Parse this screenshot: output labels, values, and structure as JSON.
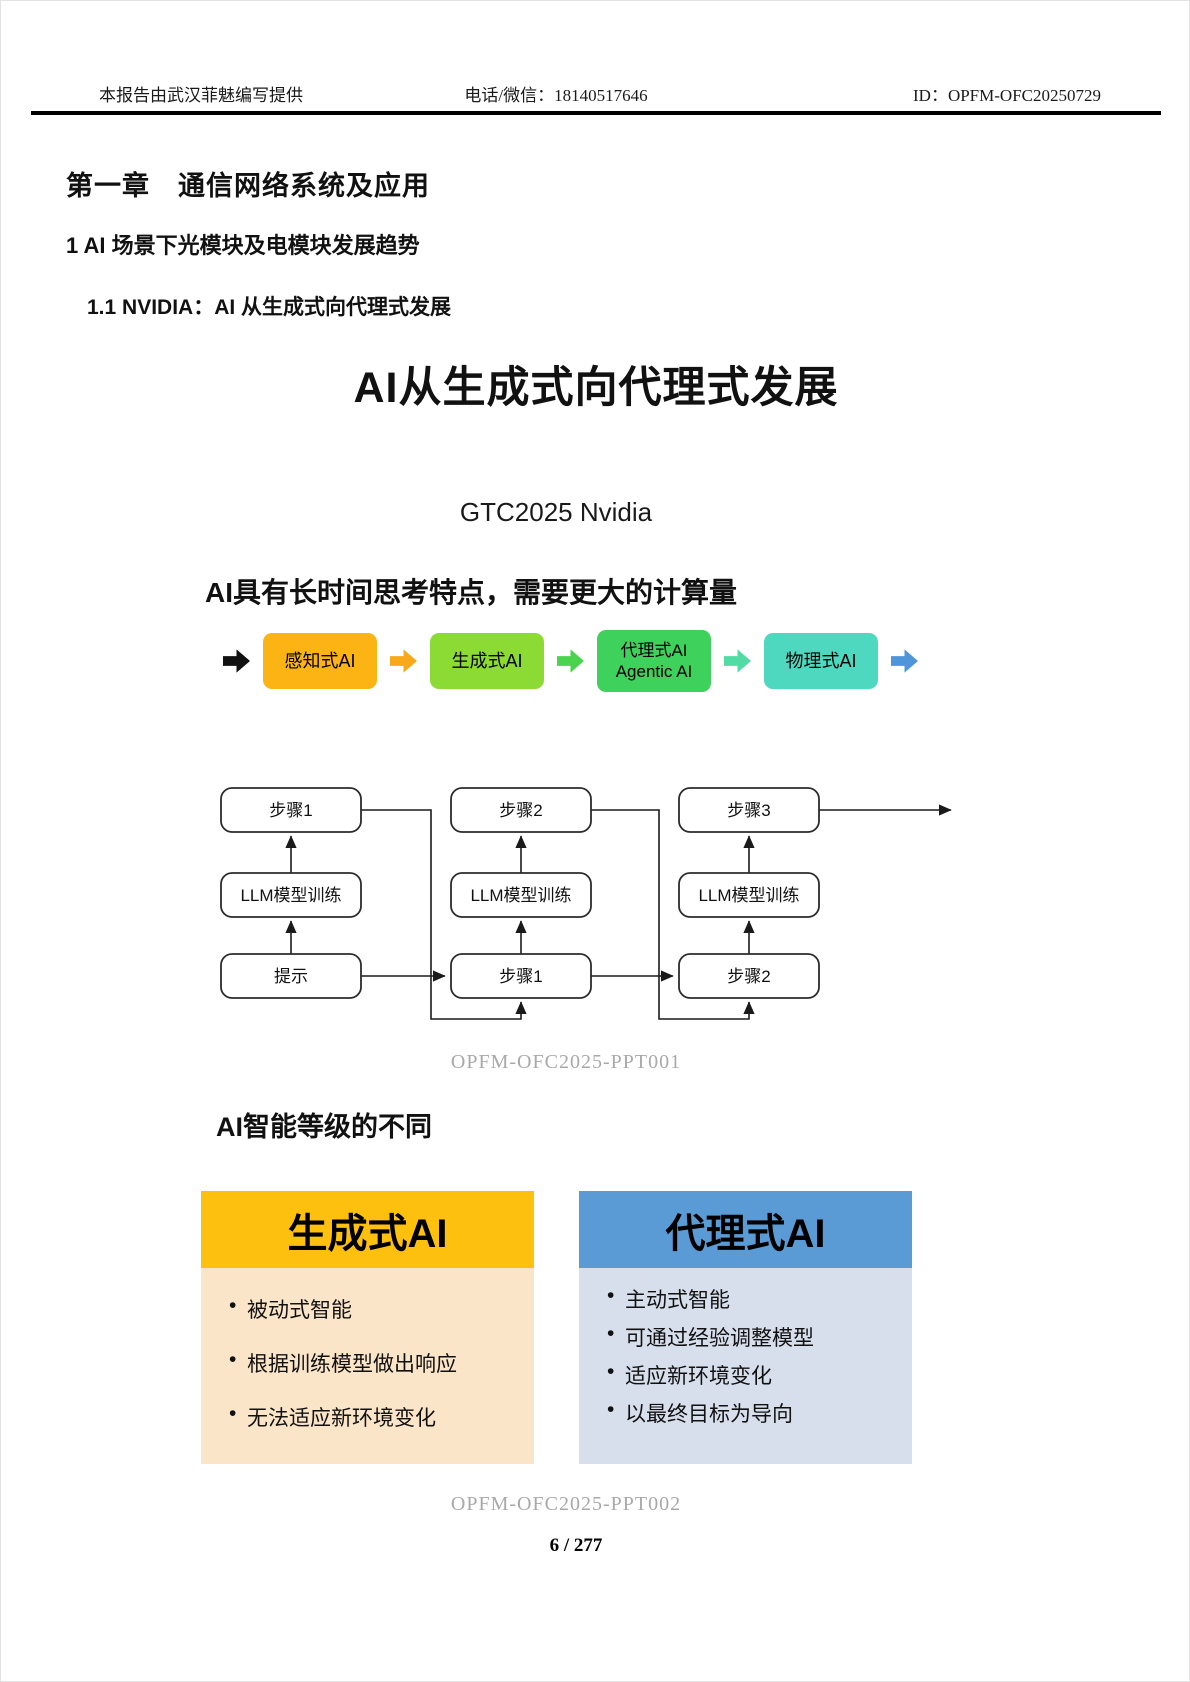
{
  "header": {
    "left": "本报告由武汉菲魅编写提供",
    "center": "电话/微信：18140517646",
    "right": "ID：OPFM-OFC20250729"
  },
  "headings": {
    "chapter": "第一章　通信网络系统及应用",
    "section": "1 AI 场景下光模块及电模块发展趋势",
    "subsection": "1.1  NVIDIA：AI 从生成式向代理式发展"
  },
  "slide": {
    "main_title": "AI从生成式向代理式发展",
    "subtitle": "GTC2025 Nvidia",
    "flow_title": "AI具有长时间思考特点，需要更大的计算量",
    "flow_steps": [
      {
        "label": "感知式AI",
        "label2": "",
        "color": "#FCB415"
      },
      {
        "label": "生成式AI",
        "label2": "",
        "color": "#8CDB35"
      },
      {
        "label": "代理式AI",
        "label2": "Agentic AI",
        "color": "#3ED15B"
      },
      {
        "label": "物理式AI",
        "label2": "",
        "color": "#4FD8C0"
      }
    ],
    "flow_arrow_colors": {
      "start": "#111111",
      "a1": "#F7A81B",
      "a2": "#49D34F",
      "a3": "#52DBA4",
      "end": "#4E96D9"
    }
  },
  "diagram": {
    "top_row": [
      "步骤1",
      "步骤2",
      "步骤3"
    ],
    "middle_row": [
      "LLM模型训练",
      "LLM模型训练",
      "LLM模型训练"
    ],
    "bottom_row": [
      "提示",
      "步骤1",
      "步骤2"
    ],
    "caption": "OPFM-OFC2025-PPT001"
  },
  "comparison": {
    "heading": "AI智能等级的不同",
    "cards": [
      {
        "title": "生成式AI",
        "header_color": "#FEC00F",
        "body_color": "#FBE5C9",
        "bullets": [
          "被动式智能",
          "根据训练模型做出响应",
          "无法适应新环境变化"
        ]
      },
      {
        "title": "代理式AI",
        "header_color": "#5B9BD5",
        "body_color": "#D8DFEC",
        "bullets": [
          "主动式智能",
          "可通过经验调整模型",
          "适应新环境变化",
          "以最终目标为导向"
        ]
      }
    ],
    "caption": "OPFM-OFC2025-PPT002"
  },
  "footer": {
    "page": "6 / 277"
  }
}
